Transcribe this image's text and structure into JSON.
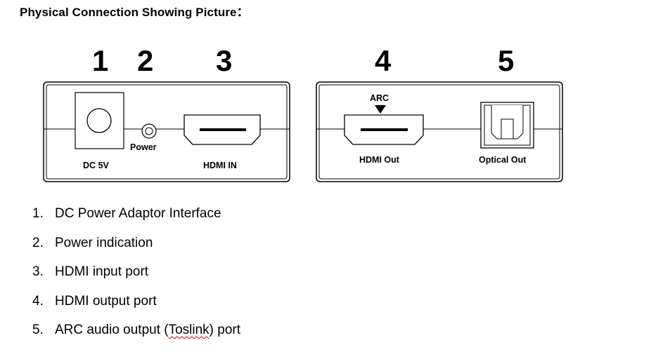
{
  "title": "Physical Connection Showing Picture：",
  "numbers": [
    "1",
    "2",
    "3",
    "4",
    "5"
  ],
  "panel_left": {
    "labels": {
      "dc": "DC 5V",
      "power": "Power",
      "hdmi_in": "HDMI IN"
    }
  },
  "panel_right": {
    "labels": {
      "arc": "ARC",
      "hdmi_out": "HDMI Out",
      "optical_out": "Optical Out"
    }
  },
  "list": [
    {
      "num": "1.",
      "text": "DC Power Adaptor Interface"
    },
    {
      "num": "2.",
      "text": "Power indication"
    },
    {
      "num": "3.",
      "text": "HDMI input port"
    },
    {
      "num": "4.",
      "text": "HDMI output port"
    },
    {
      "num": "5.",
      "pre": "ARC audio output (",
      "squiggle": "Toslink",
      "post": ") port"
    }
  ]
}
